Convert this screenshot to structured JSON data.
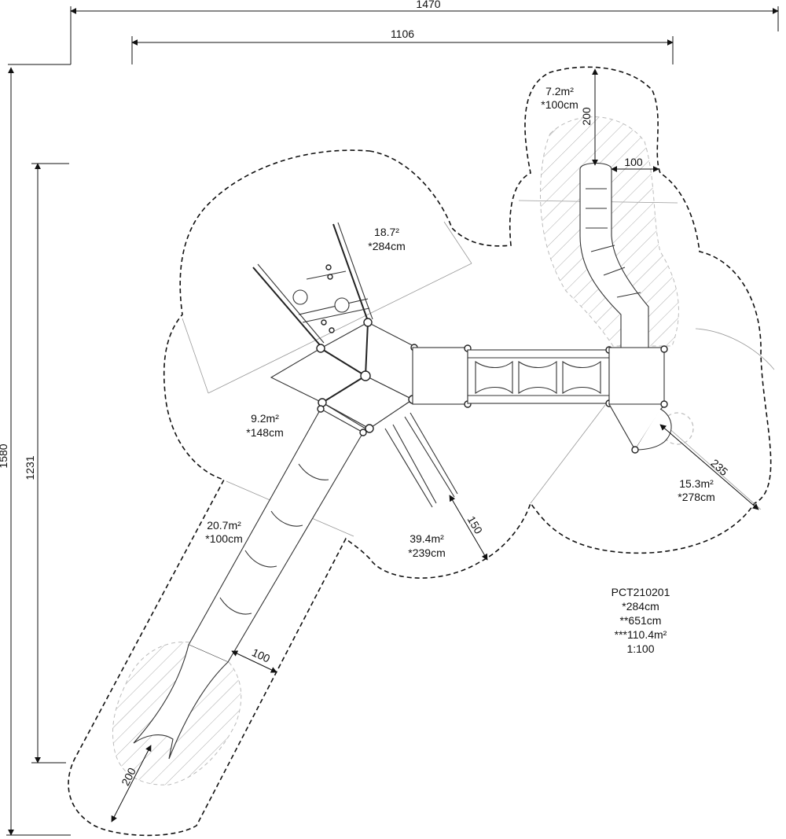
{
  "drawing": {
    "overall_dimensions": [
      {
        "id": "width_total",
        "label": "1470"
      },
      {
        "id": "width_inner",
        "label": "1106"
      },
      {
        "id": "height_total",
        "label": "1580"
      },
      {
        "id": "height_inner",
        "label": "1231"
      }
    ],
    "local_dimensions": [
      {
        "id": "dim_200_top",
        "label": "200"
      },
      {
        "id": "dim_100_top",
        "label": "100"
      },
      {
        "id": "dim_235",
        "label": "235"
      },
      {
        "id": "dim_150",
        "label": "150"
      },
      {
        "id": "dim_100_slide",
        "label": "100"
      },
      {
        "id": "dim_200_bottom",
        "label": "200"
      }
    ],
    "zones": [
      {
        "id": "zone_top_slide",
        "area": "7.2m²",
        "height": "*100cm"
      },
      {
        "id": "zone_tower",
        "area": "18.7²",
        "height": "*284cm"
      },
      {
        "id": "zone_left",
        "area": "9.2m²",
        "height": "*148cm"
      },
      {
        "id": "zone_long_slide",
        "area": "20.7m²",
        "height": "*100cm"
      },
      {
        "id": "zone_center",
        "area": "39.4m²",
        "height": "*239cm"
      },
      {
        "id": "zone_right",
        "area": "15.3m²",
        "height": "*278cm"
      }
    ],
    "title_block": {
      "code": "PCT210201",
      "line1": "*284cm",
      "line2": "**651cm",
      "line3": "***110.4m²",
      "scale": "1:100"
    }
  }
}
